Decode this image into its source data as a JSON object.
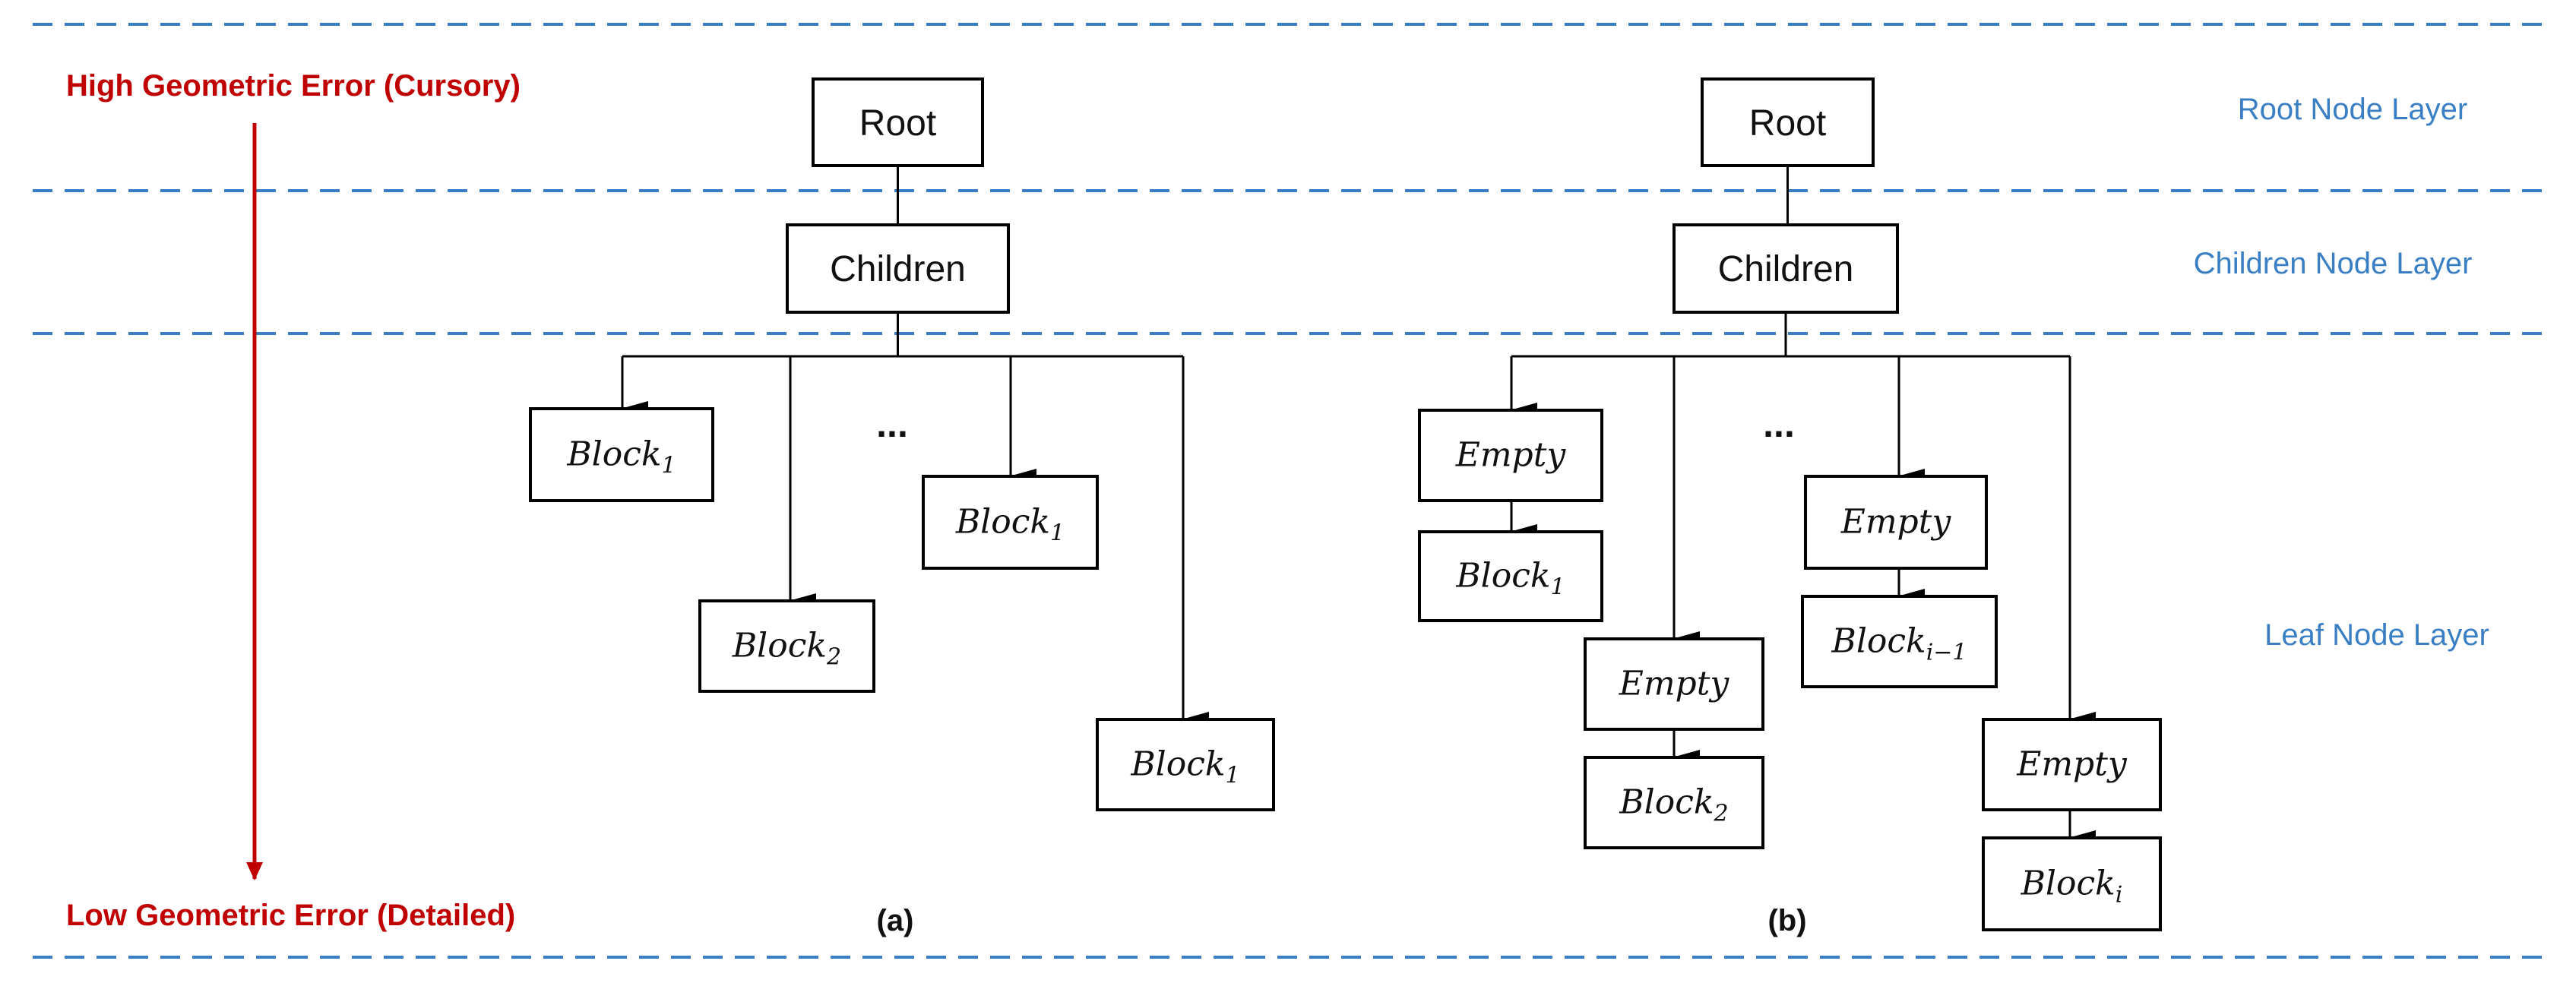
{
  "axis": {
    "top_label": "High Geometric Error (Cursory)",
    "bottom_label": "Low Geometric Error (Detailed)",
    "color": "#c00000"
  },
  "layers": {
    "root": "Root Node Layer",
    "children": "Children Node Layer",
    "leaf": "Leaf Node Layer",
    "color": "#3a7fc4"
  },
  "tree_a": {
    "caption": "(a)",
    "root": "Root",
    "children": "Children",
    "ellipsis": "...",
    "leaves": [
      {
        "base": "Block",
        "sub": "1"
      },
      {
        "base": "Block",
        "sub": "2"
      },
      {
        "base": "Block",
        "sub": "1"
      },
      {
        "base": "Block",
        "sub": "1"
      }
    ]
  },
  "tree_b": {
    "caption": "(b)",
    "root": "Root",
    "children": "Children",
    "ellipsis": "...",
    "chains": [
      {
        "empty": "Empty",
        "base": "Block",
        "sub": "1"
      },
      {
        "empty": "Empty",
        "base": "Block",
        "sub": "2"
      },
      {
        "empty": "Empty",
        "base": "Block",
        "sub": "i−1"
      },
      {
        "empty": "Empty",
        "base": "Block",
        "sub": "i"
      }
    ]
  }
}
